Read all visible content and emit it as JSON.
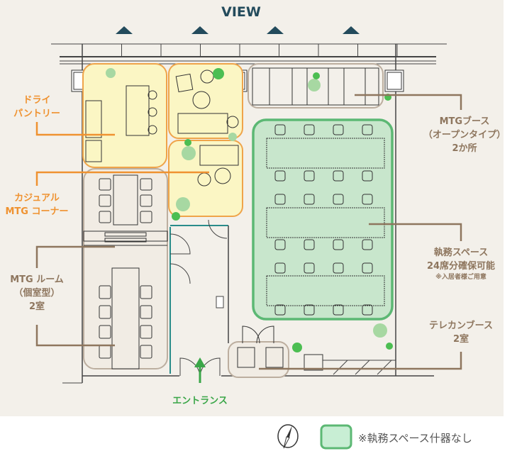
{
  "header": {
    "view_label": "VIEW"
  },
  "labels": {
    "dry_pantry": [
      "ドライ",
      "パントリー"
    ],
    "casual_mtg": [
      "カジュアル",
      "MTG コーナー"
    ],
    "mtg_room": [
      "MTG ルーム",
      "（個室型）",
      "2室"
    ],
    "mtg_booth": [
      "MTGブース",
      "（オープンタイプ）",
      "2か所"
    ],
    "work_space": [
      "執務スペース",
      "24席分確保可能"
    ],
    "work_space_note": "※入居者様ご用意",
    "telecon_booth": [
      "テレカンブース",
      "2室"
    ],
    "entrance": "エントランス"
  },
  "legend": {
    "text": "※執務スペース什器なし"
  },
  "colors": {
    "orange": "#ef9230",
    "brown": "#8e765e",
    "green": "#3aa648",
    "work_fill": "#c8e6cc",
    "pantry_fill": "#fbf6c4",
    "view": "#234b5c"
  }
}
